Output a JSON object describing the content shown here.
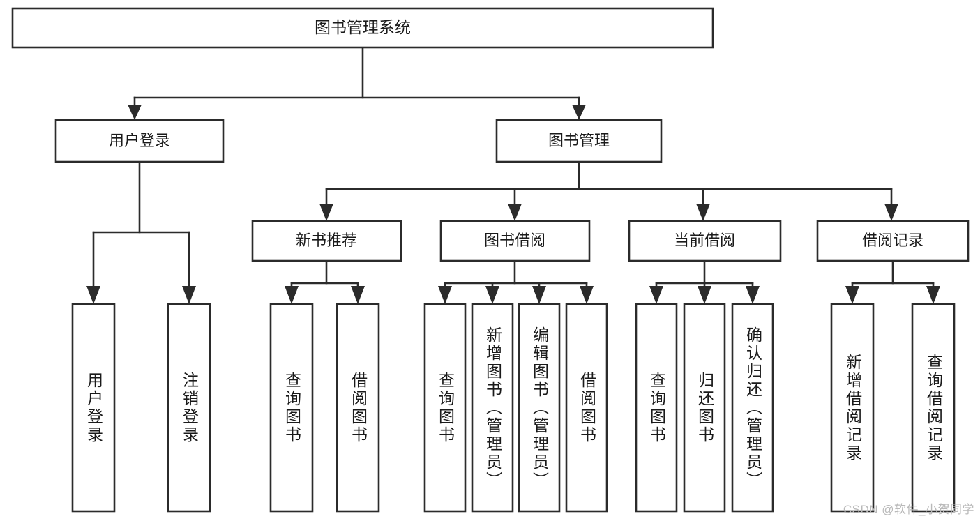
{
  "diagram": {
    "type": "tree-hierarchy",
    "title": "图书管理系统",
    "watermark": "CSDN @软件_小贺同学",
    "colors": {
      "stroke": "#2b2b2b",
      "fill": "#ffffff",
      "text": "#1a1a1a",
      "watermark": "#b9b9b9"
    },
    "root": {
      "id": "root",
      "label": "图书管理系统"
    },
    "level2": [
      {
        "id": "user-login",
        "label": "用户登录"
      },
      {
        "id": "book-manage",
        "label": "图书管理"
      }
    ],
    "level3": [
      {
        "id": "new-book-recommend",
        "label": "新书推荐",
        "parent": "book-manage"
      },
      {
        "id": "book-borrow",
        "label": "图书借阅",
        "parent": "book-manage"
      },
      {
        "id": "current-borrow",
        "label": "当前借阅",
        "parent": "book-manage"
      },
      {
        "id": "borrow-record",
        "label": "借阅记录",
        "parent": "book-manage"
      }
    ],
    "leaves": {
      "user-login": [
        {
          "id": "leaf-user-login",
          "label": "用户登录"
        },
        {
          "id": "leaf-user-logout",
          "label": "注销登录"
        }
      ],
      "new-book-recommend": [
        {
          "id": "leaf-query-book-1",
          "label": "查询图书"
        },
        {
          "id": "leaf-borrow-book-1",
          "label": "借阅图书"
        }
      ],
      "book-borrow": [
        {
          "id": "leaf-query-book-2",
          "label": "查询图书"
        },
        {
          "id": "leaf-add-book",
          "label": "新增图书（管理员）"
        },
        {
          "id": "leaf-edit-book",
          "label": "编辑图书（管理员）"
        },
        {
          "id": "leaf-borrow-book-2",
          "label": "借阅图书"
        }
      ],
      "current-borrow": [
        {
          "id": "leaf-query-book-3",
          "label": "查询图书"
        },
        {
          "id": "leaf-return-book",
          "label": "归还图书"
        },
        {
          "id": "leaf-confirm-return",
          "label": "确认归还（管理员）"
        }
      ],
      "borrow-record": [
        {
          "id": "leaf-add-record",
          "label": "新增借阅记录"
        },
        {
          "id": "leaf-query-record",
          "label": "查询借阅记录"
        }
      ]
    }
  }
}
